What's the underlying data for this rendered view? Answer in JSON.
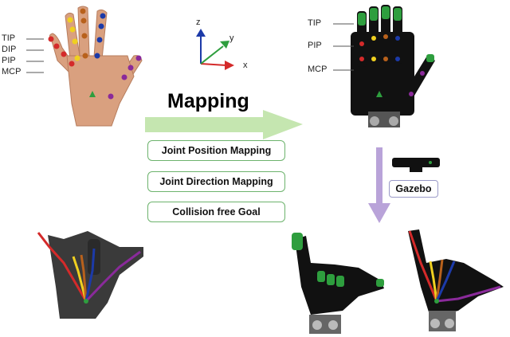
{
  "human_hand": {
    "joint_labels": [
      "TIP",
      "DIP",
      "PIP",
      "MCP"
    ]
  },
  "robot_hand": {
    "joint_labels": [
      "TIP",
      "PIP",
      "MCP"
    ]
  },
  "axes": {
    "z": "z",
    "y": "y",
    "x": "x"
  },
  "mapping": {
    "title": "Mapping",
    "methods": [
      "Joint Position Mapping",
      "Joint Direction Mapping",
      "Collision free Goal"
    ]
  },
  "simulator": {
    "label": "Gazebo"
  },
  "colors": {
    "skin": "#d9a07f",
    "robot": "#111111",
    "arrow_green": "#c5e6b0",
    "arrow_purple": "#b9a3d9",
    "box_border": "#6db36d",
    "tip_green": "#2e9e3e",
    "joint_red": "#d42a2a",
    "joint_yellow": "#f0d020",
    "joint_brown": "#b8611c",
    "joint_blue": "#1c3aa8",
    "joint_purple": "#8a2a9a"
  }
}
